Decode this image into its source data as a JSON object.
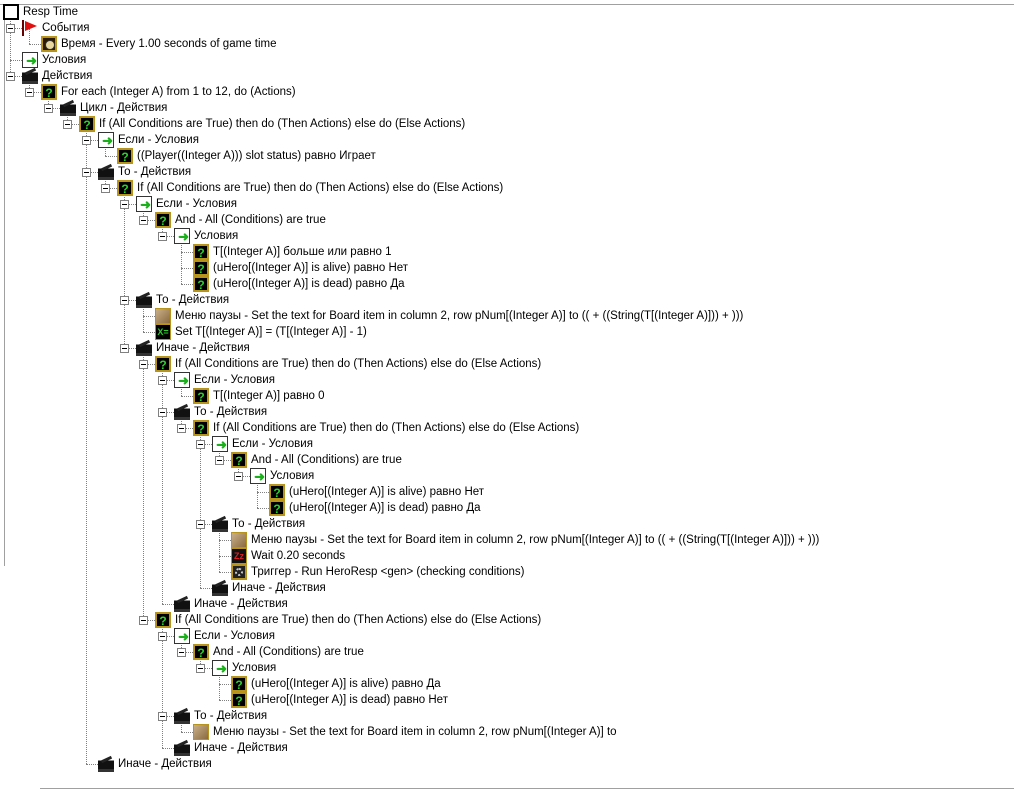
{
  "tree": [
    {
      "level": 0,
      "icon": "document-icon",
      "text": "Resp Time"
    },
    {
      "level": 1,
      "icon": "flag-icon",
      "text": "События"
    },
    {
      "level": 2,
      "icon": "clock-icon",
      "text": "Время - Every 1.00 seconds of game time"
    },
    {
      "level": 1,
      "icon": "condition-icon",
      "text": "Условия"
    },
    {
      "level": 1,
      "icon": "clapper-icon",
      "text": "Действия"
    },
    {
      "level": 2,
      "icon": "question-icon",
      "text": "For each (Integer A) from 1 to 12, do (Actions)"
    },
    {
      "level": 3,
      "icon": "clapper-icon",
      "text": "Цикл - Действия"
    },
    {
      "level": 4,
      "icon": "question-icon",
      "text": "If (All Conditions are True) then do (Then Actions) else do (Else Actions)"
    },
    {
      "level": 5,
      "icon": "condition-icon",
      "text": "Если - Условия"
    },
    {
      "level": 6,
      "icon": "question-icon",
      "text": "((Player((Integer A))) slot status) равно Играет"
    },
    {
      "level": 5,
      "icon": "clapper-icon",
      "text": "То - Действия"
    },
    {
      "level": 6,
      "icon": "question-icon",
      "text": "If (All Conditions are True) then do (Then Actions) else do (Else Actions)"
    },
    {
      "level": 7,
      "icon": "condition-icon",
      "text": "Если - Условия"
    },
    {
      "level": 8,
      "icon": "question-icon",
      "text": "And - All (Conditions) are true"
    },
    {
      "level": 9,
      "icon": "condition-icon",
      "text": "Условия"
    },
    {
      "level": 10,
      "icon": "question-icon",
      "text": "T[(Integer A)] больше или равно 1"
    },
    {
      "level": 10,
      "icon": "question-icon",
      "text": "(uHero[(Integer A)] is alive) равно Нет"
    },
    {
      "level": 10,
      "icon": "question-icon",
      "text": "(uHero[(Integer A)] is dead) равно Да"
    },
    {
      "level": 7,
      "icon": "clapper-icon",
      "text": "То - Действия"
    },
    {
      "level": 8,
      "icon": "board-icon",
      "text": "Меню паузы - Set the text for Board item in column 2, row pNum[(Integer A)] to (( + ((String(T[(Integer A)])) + )))"
    },
    {
      "level": 8,
      "icon": "set-variable-icon",
      "text": "Set T[(Integer A)] = (T[(Integer A)] - 1)"
    },
    {
      "level": 7,
      "icon": "clapper-icon",
      "text": "Иначе - Действия"
    },
    {
      "level": 8,
      "icon": "question-icon",
      "text": "If (All Conditions are True) then do (Then Actions) else do (Else Actions)"
    },
    {
      "level": 9,
      "icon": "condition-icon",
      "text": "Если - Условия"
    },
    {
      "level": 10,
      "icon": "question-icon",
      "text": "T[(Integer A)] равно 0"
    },
    {
      "level": 9,
      "icon": "clapper-icon",
      "text": "То - Действия"
    },
    {
      "level": 10,
      "icon": "question-icon",
      "text": "If (All Conditions are True) then do (Then Actions) else do (Else Actions)"
    },
    {
      "level": 11,
      "icon": "condition-icon",
      "text": "Если - Условия"
    },
    {
      "level": 12,
      "icon": "question-icon",
      "text": "And - All (Conditions) are true"
    },
    {
      "level": 13,
      "icon": "condition-icon",
      "text": "Условия"
    },
    {
      "level": 14,
      "icon": "question-icon",
      "text": "(uHero[(Integer A)] is alive) равно Нет"
    },
    {
      "level": 14,
      "icon": "question-icon",
      "text": "(uHero[(Integer A)] is dead) равно Да"
    },
    {
      "level": 11,
      "icon": "clapper-icon",
      "text": "То - Действия"
    },
    {
      "level": 12,
      "icon": "board-icon",
      "text": "Меню паузы - Set the text for Board item in column 2, row pNum[(Integer A)] to (( + ((String(T[(Integer A)])) + )))"
    },
    {
      "level": 12,
      "icon": "wait-icon",
      "text": "Wait 0.20 seconds"
    },
    {
      "level": 12,
      "icon": "gear-icon",
      "text": "Триггер - Run HeroResp <gen> (checking conditions)"
    },
    {
      "level": 11,
      "icon": "clapper-icon",
      "text": "Иначе - Действия"
    },
    {
      "level": 9,
      "icon": "clapper-icon",
      "text": "Иначе - Действия"
    },
    {
      "level": 8,
      "icon": "question-icon",
      "text": "If (All Conditions are True) then do (Then Actions) else do (Else Actions)"
    },
    {
      "level": 9,
      "icon": "condition-icon",
      "text": "Если - Условия"
    },
    {
      "level": 10,
      "icon": "question-icon",
      "text": "And - All (Conditions) are true"
    },
    {
      "level": 11,
      "icon": "condition-icon",
      "text": "Условия"
    },
    {
      "level": 12,
      "icon": "question-icon",
      "text": "(uHero[(Integer A)] is alive) равно Да"
    },
    {
      "level": 12,
      "icon": "question-icon",
      "text": "(uHero[(Integer A)] is dead) равно Нет"
    },
    {
      "level": 9,
      "icon": "clapper-icon",
      "text": "То - Действия"
    },
    {
      "level": 10,
      "icon": "board-icon",
      "text": "Меню паузы - Set the text for Board item in column 2, row pNum[(Integer A)] to"
    },
    {
      "level": 9,
      "icon": "clapper-icon",
      "text": "Иначе - Действия"
    },
    {
      "level": 5,
      "icon": "clapper-icon",
      "text": "Иначе - Действия"
    }
  ]
}
